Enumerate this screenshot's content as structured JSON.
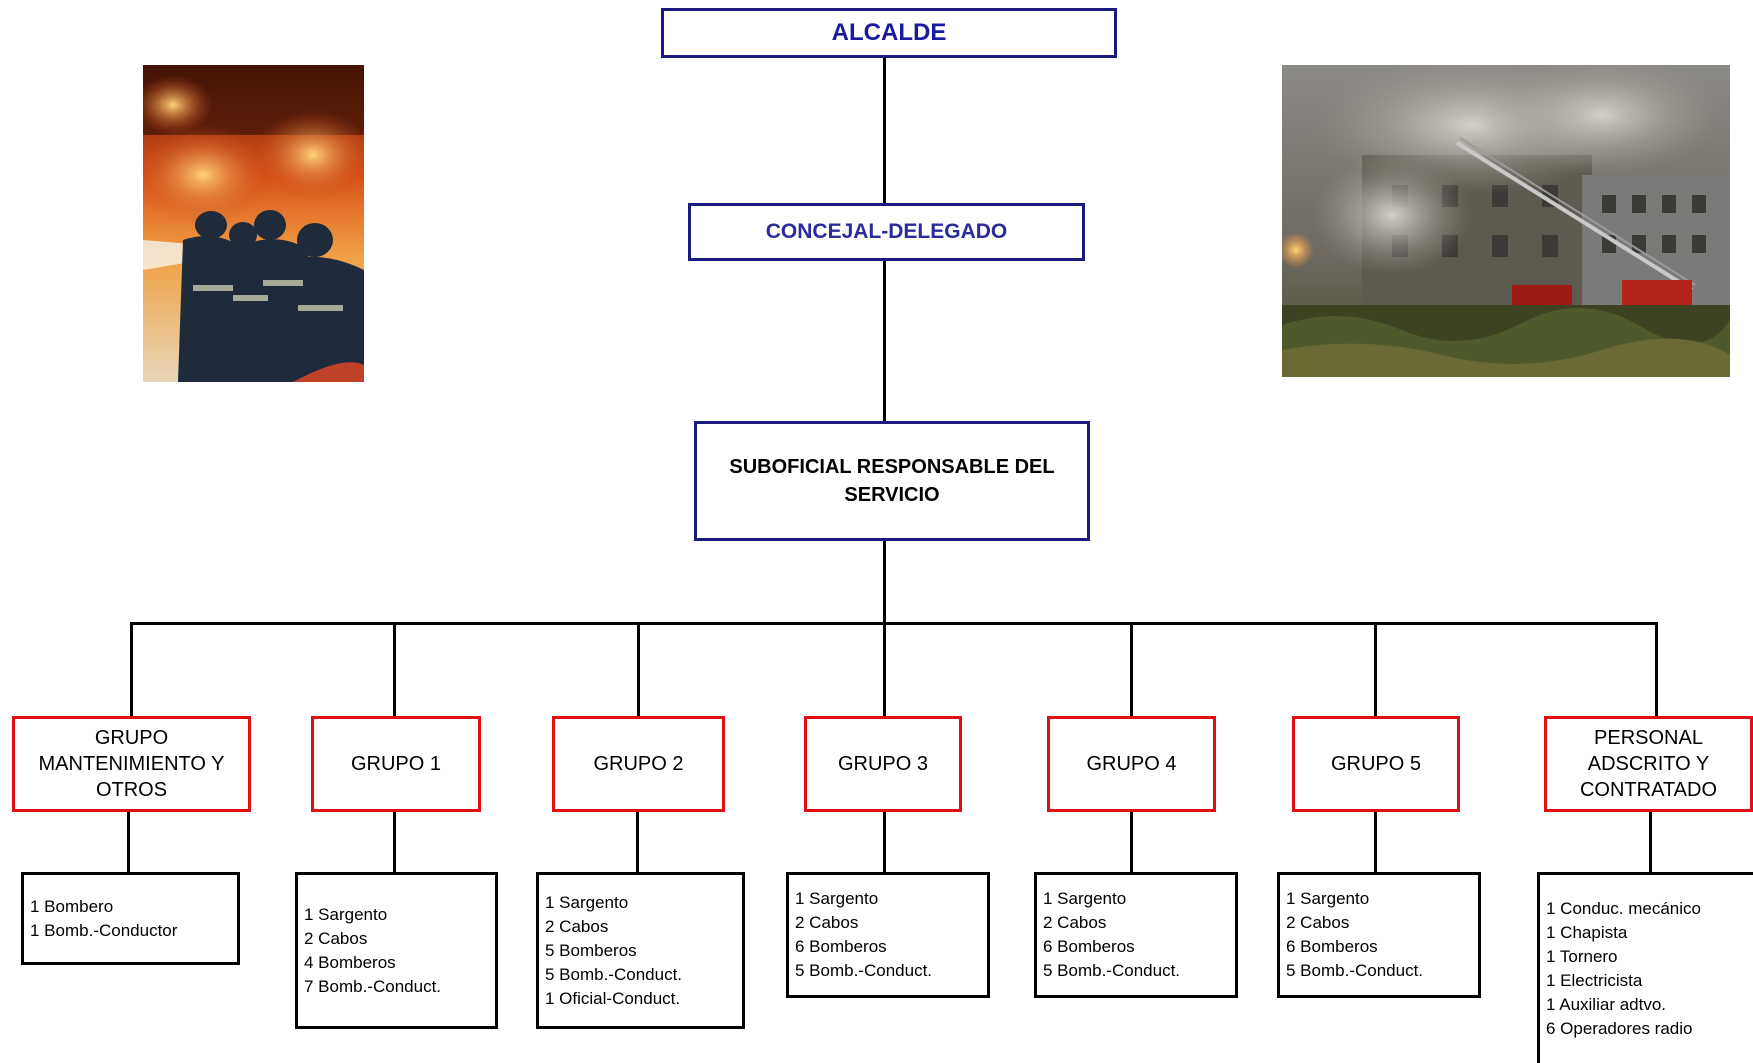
{
  "colors": {
    "top_border": "#1a1a7e",
    "group_border": "#e01010",
    "list_border": "#000000",
    "title_text": "#1a1a9e"
  },
  "top": {
    "alcalde": "ALCALDE",
    "concejal": "CONCEJAL-DELEGADO",
    "suboficial": "SUBOFICIAL RESPONSABLE DEL SERVICIO"
  },
  "groups": [
    {
      "label": "GRUPO MANTENIMIENTO Y OTROS",
      "members": [
        "1 Bombero",
        "1 Bomb.-Conductor"
      ]
    },
    {
      "label": "GRUPO 1",
      "members": [
        "1 Sargento",
        "2 Cabos",
        "4 Bomberos",
        "7 Bomb.-Conduct."
      ]
    },
    {
      "label": "GRUPO 2",
      "members": [
        "1 Sargento",
        "2 Cabos",
        "5 Bomberos",
        "5 Bomb.-Conduct.",
        "1 Oficial-Conduct."
      ]
    },
    {
      "label": "GRUPO 3",
      "members": [
        "1 Sargento",
        "2 Cabos",
        "6 Bomberos",
        "5 Bomb.-Conduct."
      ]
    },
    {
      "label": "GRUPO 4",
      "members": [
        "1 Sargento",
        "2 Cabos",
        "6 Bomberos",
        "5 Bomb.-Conduct."
      ]
    },
    {
      "label": "GRUPO 5",
      "members": [
        "1 Sargento",
        "2 Cabos",
        "6 Bomberos",
        "5 Bomb.-Conduct."
      ]
    },
    {
      "label": "PERSONAL ADSCRITO Y CONTRATADO",
      "members": [
        "1 Conduc. mecánico",
        "1 Chapista",
        "1 Tornero",
        "1 Electricista",
        "1 Auxiliar adtvo.",
        "6 Operadores radio"
      ]
    }
  ],
  "photos": {
    "left": "firefighters-photo",
    "right": "burning-building-photo"
  }
}
